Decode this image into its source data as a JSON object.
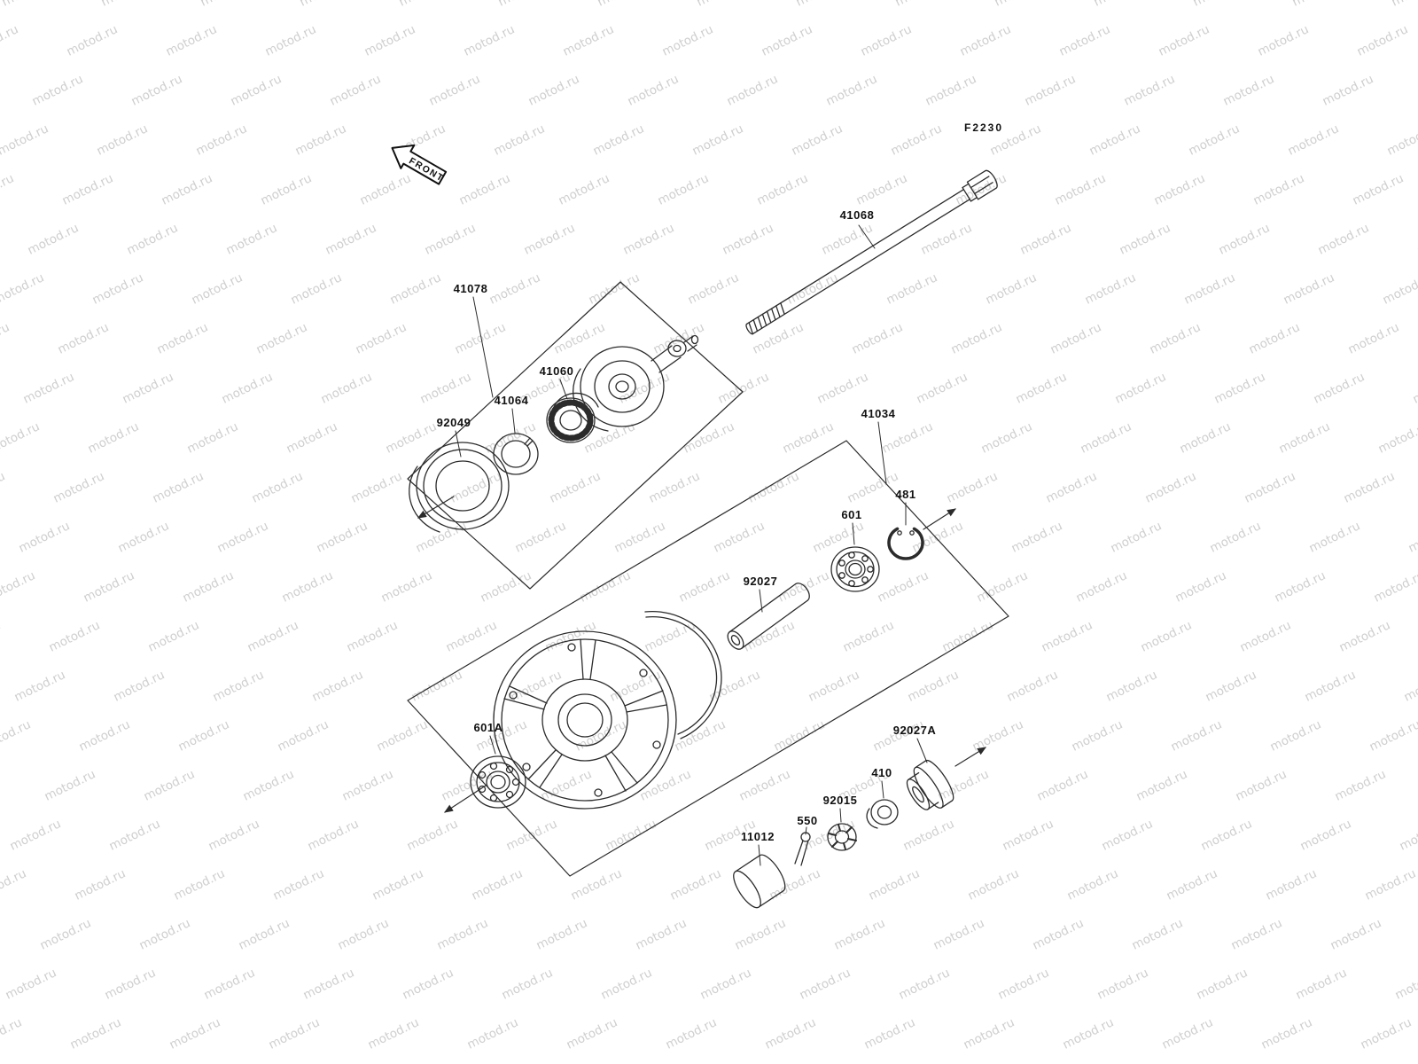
{
  "page": {
    "background": "#ffffff",
    "line_color": "#2b2b2b",
    "figure_code": "F2230",
    "front_label": "FRONT",
    "watermark": {
      "text": "motod.ru",
      "color": "#cfcfcf"
    }
  },
  "part_labels": {
    "axle": "41068",
    "speedo_group": "41078",
    "speedo_gear": "41060",
    "speedo_washer": "41064",
    "seal": "92049",
    "hub_group": "41034",
    "snap_ring": "481",
    "bearing_right": "601",
    "spacer": "92027",
    "bearing_left": "601A",
    "collar": "92027A",
    "washer": "410",
    "nut": "92015",
    "cotter_pin": "550",
    "cap": "11012"
  }
}
